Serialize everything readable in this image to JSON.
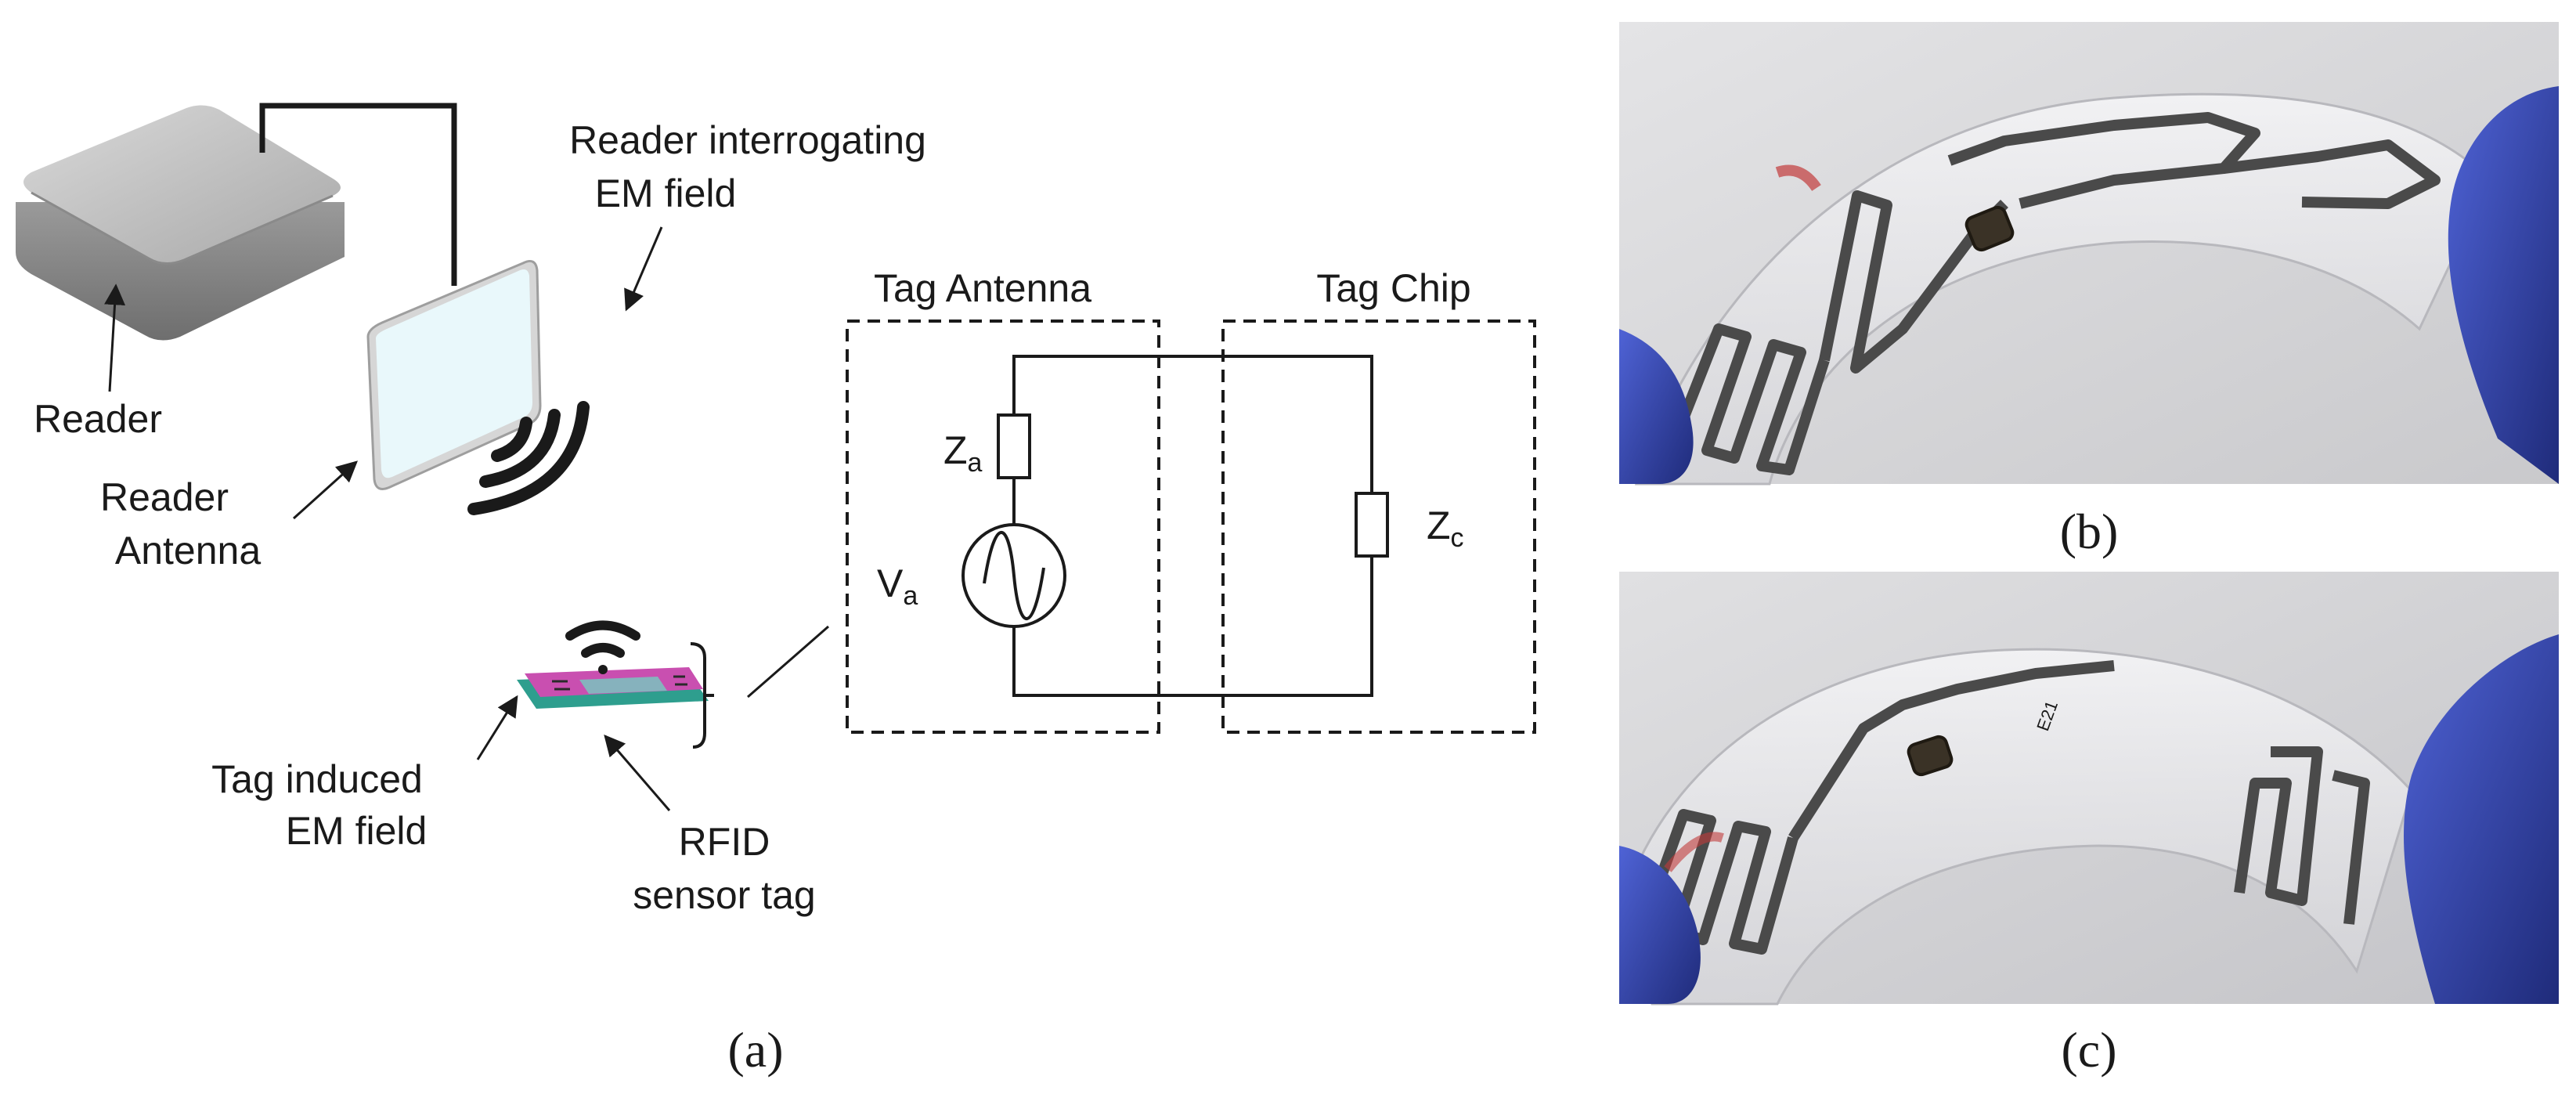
{
  "panel_a": {
    "reader_field_label_line1": "Reader interrogating",
    "reader_field_label_line2": "EM field",
    "reader_label": "Reader",
    "reader_antenna_label_line1": "Reader",
    "reader_antenna_label_line2": "Antenna",
    "tag_field_label_line1": "Tag induced",
    "tag_field_label_line2": "EM field",
    "rfid_tag_label_line1": "RFID",
    "rfid_tag_label_line2": "sensor tag",
    "circuit": {
      "tag_antenna_title": "Tag Antenna",
      "tag_chip_title": "Tag Chip",
      "za_symbol": "Z",
      "za_subscript": "a",
      "va_symbol": "V",
      "va_subscript": "a",
      "zc_symbol": "Z",
      "zc_subscript": "c"
    },
    "caption": "(a)"
  },
  "panel_b": {
    "caption": "(b)"
  },
  "panel_c": {
    "caption": "(c)",
    "film_print": "E21"
  },
  "colors": {
    "ink": "#1a1a1a",
    "tag_substrate": "#c94fb0",
    "tag_base": "#2e9e8e",
    "reader_body": "#bdbdbd",
    "antenna_face": "#e9f8fb",
    "glove_blue": "#3548b8",
    "trace_metal": "#4a4a4a"
  }
}
